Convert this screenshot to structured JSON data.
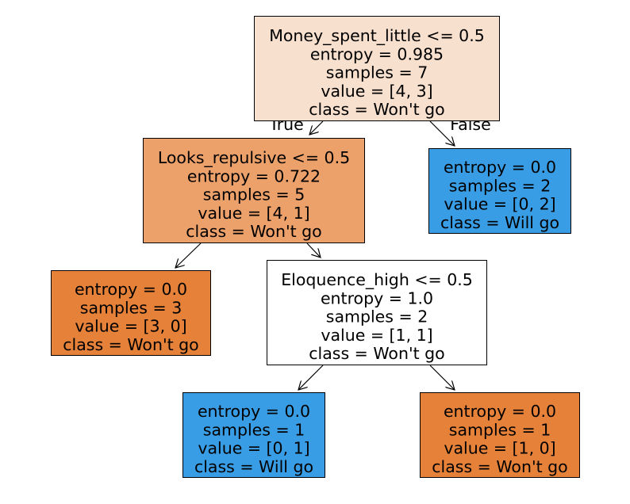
{
  "edge_labels": {
    "true_label": "True",
    "false_label": "False"
  },
  "colors": {
    "wont_go_strong": "#e58139",
    "wont_go_medium": "#eca06a",
    "wont_go_light": "#f8e0ce",
    "neutral": "#ffffff",
    "will_go": "#399de5"
  },
  "nodes": [
    {
      "id": "root",
      "fill_key": "wont_go_light",
      "lines": [
        "Money_spent_little <= 0.5",
        "entropy = 0.985",
        "samples = 7",
        "value = [4, 3]",
        "class = Won't go"
      ]
    },
    {
      "id": "looks-repulsive",
      "fill_key": "wont_go_medium",
      "lines": [
        "Looks_repulsive <= 0.5",
        "entropy = 0.722",
        "samples = 5",
        "value = [4, 1]",
        "class = Won't go"
      ]
    },
    {
      "id": "leaf-will-go-2",
      "fill_key": "will_go",
      "lines": [
        "entropy = 0.0",
        "samples = 2",
        "value = [0, 2]",
        "class = Will go"
      ]
    },
    {
      "id": "leaf-wont-go-3",
      "fill_key": "wont_go_strong",
      "lines": [
        "entropy = 0.0",
        "samples = 3",
        "value = [3, 0]",
        "class = Won't go"
      ]
    },
    {
      "id": "eloquence-high",
      "fill_key": "neutral",
      "lines": [
        "Eloquence_high <= 0.5",
        "entropy = 1.0",
        "samples = 2",
        "value = [1, 1]",
        "class = Won't go"
      ]
    },
    {
      "id": "leaf-will-go-1",
      "fill_key": "will_go",
      "lines": [
        "entropy = 0.0",
        "samples = 1",
        "value = [0, 1]",
        "class = Will go"
      ]
    },
    {
      "id": "leaf-wont-go-1",
      "fill_key": "wont_go_strong",
      "lines": [
        "entropy = 0.0",
        "samples = 1",
        "value = [1, 0]",
        "class = Won't go"
      ]
    }
  ]
}
